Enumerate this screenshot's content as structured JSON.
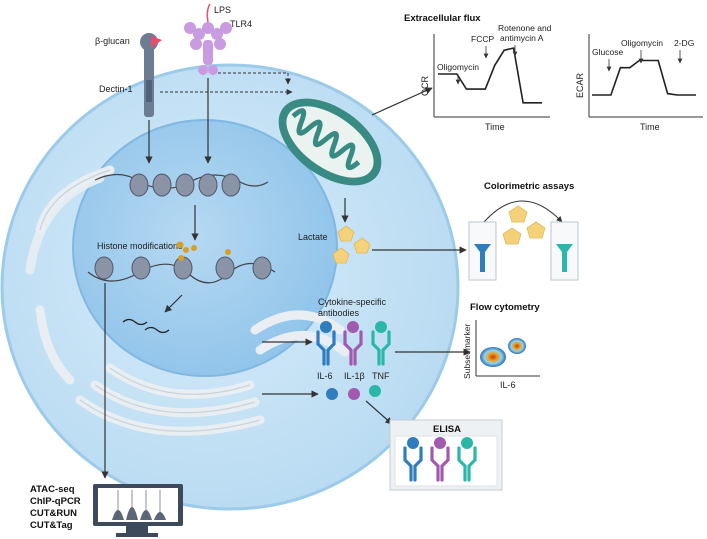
{
  "receptors": {
    "beta_glucan": "β-glucan",
    "lps": "LPS",
    "tlr4": "TLR4",
    "dectin1": "Dectin-1"
  },
  "nucleus": {
    "histone_label": "Histone modifications"
  },
  "lactate": "Lactate",
  "antibodies": {
    "title_line1": "Cytokine-specific",
    "title_line2": "antibodies",
    "labels": [
      "IL-6",
      "IL-1β",
      "TNF"
    ],
    "colors": [
      "#2f7dbf",
      "#a25ab0",
      "#2ab7a9"
    ]
  },
  "extracellular_flux": {
    "title": "Extracellular flux",
    "ocr": {
      "ylabel": "OCR",
      "xlabel": "Time",
      "annotations": [
        "Oligomycin",
        "FCCP",
        "Rotenone and",
        "antimycin A"
      ],
      "line": [
        [
          0,
          5.0
        ],
        [
          1,
          5.0
        ],
        [
          2,
          5.0
        ],
        [
          3,
          2.9
        ],
        [
          4,
          2.9
        ],
        [
          5,
          2.9
        ],
        [
          6,
          6.2
        ],
        [
          7,
          8.3
        ],
        [
          8,
          8.6
        ],
        [
          9,
          1.0
        ],
        [
          10,
          1.0
        ],
        [
          11,
          1.0
        ]
      ]
    },
    "ecar": {
      "ylabel": "ECAR",
      "xlabel": "Time",
      "annotations": [
        "Glucose",
        "Oligomycin",
        "2-DG"
      ],
      "line": [
        [
          0,
          1.8
        ],
        [
          1,
          1.8
        ],
        [
          2,
          1.8
        ],
        [
          3,
          5.6
        ],
        [
          4,
          5.6
        ],
        [
          5,
          6.6
        ],
        [
          6,
          6.6
        ],
        [
          7,
          6.6
        ],
        [
          8,
          2.0
        ],
        [
          9,
          1.8
        ],
        [
          10,
          1.8
        ],
        [
          11,
          1.8
        ]
      ]
    }
  },
  "colorimetric": {
    "title": "Colorimetric assays"
  },
  "flow": {
    "title": "Flow cytometry",
    "ylabel": "Subset marker",
    "xlabel": "IL-6"
  },
  "elisa": {
    "title": "ELISA"
  },
  "sequencing": {
    "methods": [
      "ATAC-seq",
      "ChIP-qPCR",
      "CUT&RUN",
      "CUT&Tag"
    ]
  },
  "colors": {
    "cell_fill": "#c9e3f5",
    "cell_stroke": "#8cc1e6",
    "nucleus_fill": "#a9d2ef",
    "mito": "#3a8a84",
    "lactate": "#f3d27a",
    "receptor_purple": "#c99be0",
    "receptor_gray": "#6c7c92"
  }
}
